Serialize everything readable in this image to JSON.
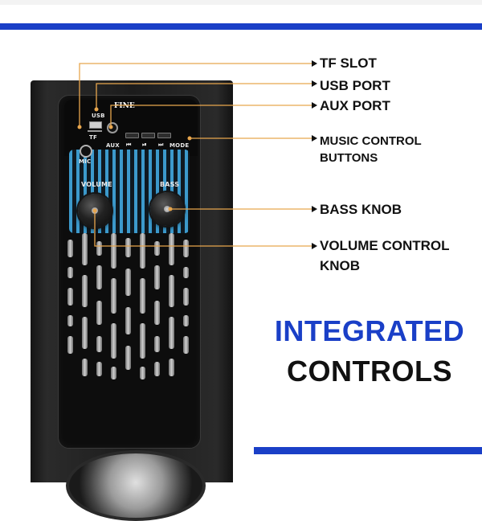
{
  "colors": {
    "accent_blue": "#1a3fc7",
    "text_dark": "#111111",
    "callout_orange": "#e8a64d",
    "grille_blue": "#3ea1d6"
  },
  "speaker": {
    "brand": "FINE",
    "labels": {
      "usb": "USB",
      "tf": "TF",
      "aux": "AUX",
      "mic": "MIC",
      "mode": "MODE",
      "volume": "VOLUME",
      "bass": "BASS"
    },
    "buttons": [
      "⏮",
      "⏯",
      "⏭"
    ]
  },
  "callouts": [
    {
      "line1": "TF SLOT",
      "line2": ""
    },
    {
      "line1": "USB PORT",
      "line2": ""
    },
    {
      "line1": "AUX PORT",
      "line2": ""
    },
    {
      "line1": "MUSIC CONTROL",
      "line2": "BUTTONS"
    },
    {
      "line1": "BASS KNOB",
      "line2": ""
    },
    {
      "line1": "VOLUME CONTROL",
      "line2": "KNOB"
    }
  ],
  "headline": {
    "line1": "INTEGRATED",
    "line2": "CONTROLS"
  }
}
